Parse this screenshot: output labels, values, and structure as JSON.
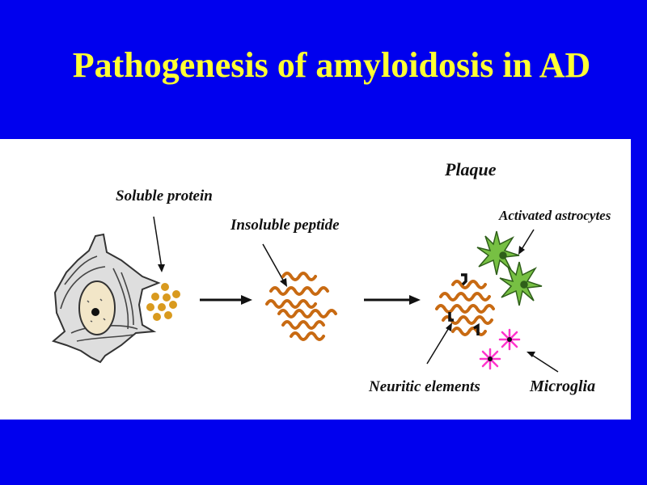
{
  "slide": {
    "title": "Pathogenesis of amyloidosis in AD",
    "background_color": "#0000ee",
    "title_color": "#ffff33"
  },
  "diagram": {
    "labels": {
      "soluble_protein": "Soluble protein",
      "insoluble_peptide": "Insoluble peptide",
      "plaque": "Plaque",
      "activated_astrocytes": "Activated astrocytes",
      "neuritic_elements": "Neuritic elements",
      "microglia": "Microglia"
    },
    "colors": {
      "neuron": "#555555",
      "nucleus": "#f2e6c8",
      "protein_dots": "#d99a1e",
      "peptide": "#c86a12",
      "astrocyte": "#77c043",
      "microglia": "#ff33cc",
      "neuritic": "#111111"
    }
  }
}
